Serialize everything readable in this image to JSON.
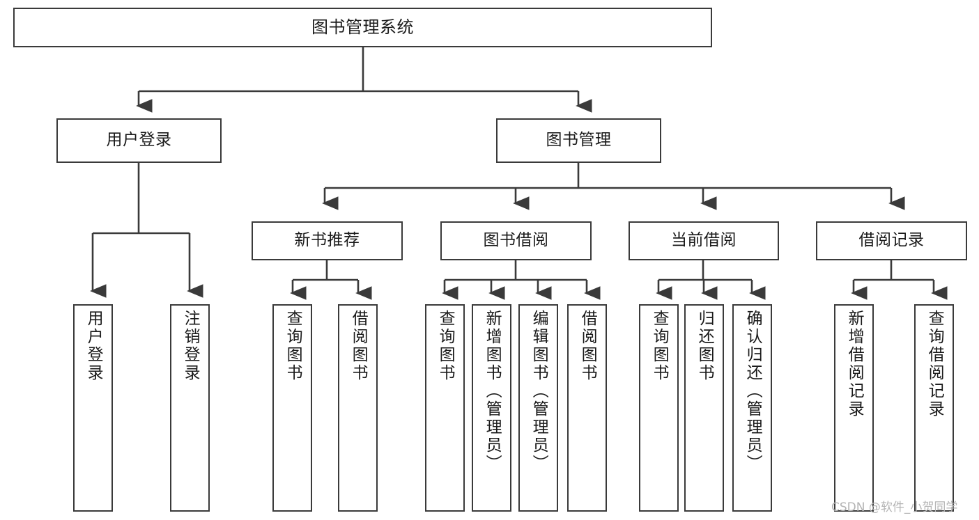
{
  "diagram": {
    "title": "图书管理系统",
    "type": "hierarchy-tree",
    "background": "#ffffff",
    "box_border_color": "#3a3a3a",
    "connector_color": "#3a3a3a",
    "text_color": "#1a1a1a"
  },
  "nodes": {
    "root": {
      "label": "图书管理系统"
    },
    "level2": [
      {
        "label": "用户登录"
      },
      {
        "label": "图书管理"
      }
    ],
    "level3": [
      {
        "label": "新书推荐"
      },
      {
        "label": "图书借阅"
      },
      {
        "label": "当前借阅"
      },
      {
        "label": "借阅记录"
      }
    ],
    "leaves": {
      "user_login": [
        {
          "label": "用户登录"
        },
        {
          "label": "注销登录"
        }
      ],
      "new_book_recommend": [
        {
          "label": "查询图书"
        },
        {
          "label": "借阅图书"
        }
      ],
      "book_borrow": [
        {
          "label": "查询图书"
        },
        {
          "label": "新增图书（管理员）"
        },
        {
          "label": "编辑图书（管理员）"
        },
        {
          "label": "借阅图书"
        }
      ],
      "current_borrow": [
        {
          "label": "查询图书"
        },
        {
          "label": "归还图书"
        },
        {
          "label": "确认归还（管理员）"
        }
      ],
      "borrow_record": [
        {
          "label": "新增借阅记录"
        },
        {
          "label": "查询借阅记录"
        }
      ]
    }
  },
  "watermark": {
    "text": "CSDN @软件_小贺同学",
    "color": "#b4b4b4"
  }
}
